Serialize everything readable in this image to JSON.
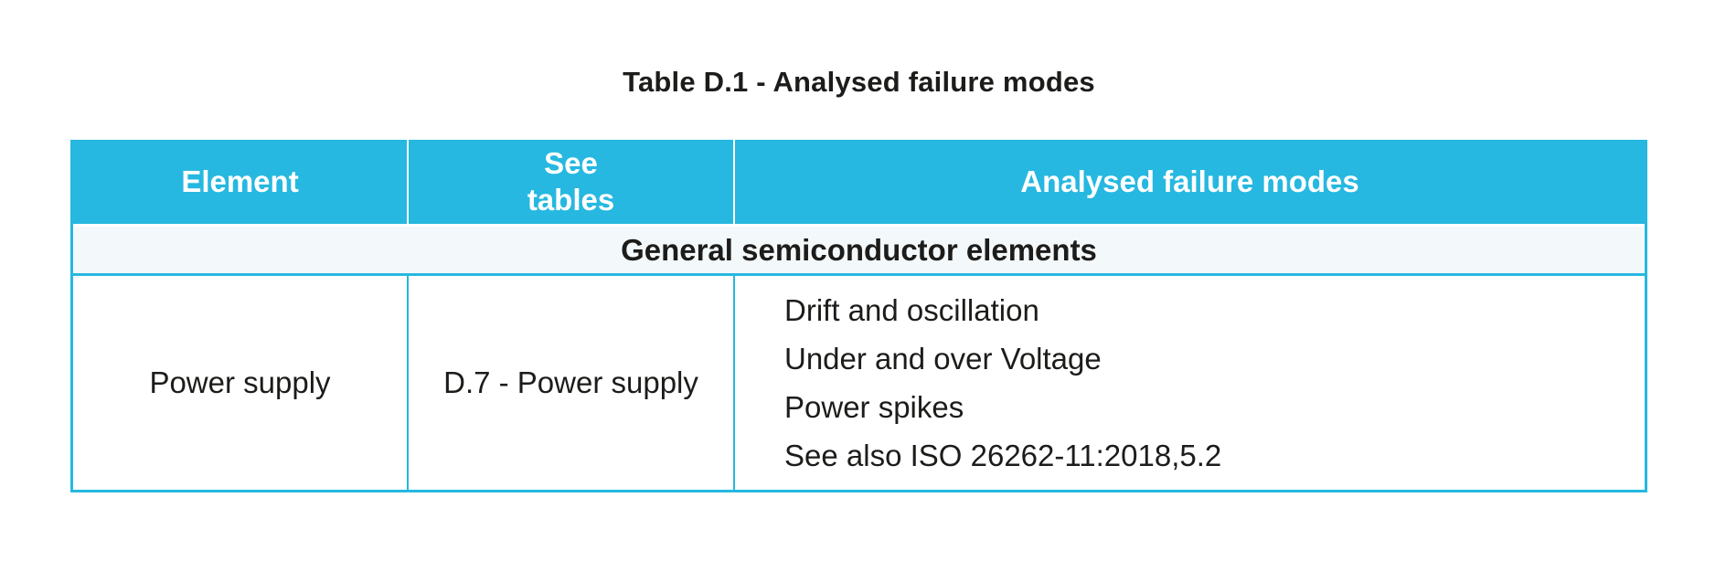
{
  "title": "Table D.1 - Analysed failure modes",
  "colors": {
    "accent_cyan": "#26b8e0",
    "section_row_bg": "#f3f8fb",
    "header_text": "#ffffff",
    "body_text": "#1c1c1a",
    "page_bg": "#ffffff"
  },
  "table": {
    "headers": {
      "element": "Element",
      "see_tables_line1": "See",
      "see_tables_line2": "tables",
      "failure_modes": "Analysed failure modes"
    },
    "section_header": "General semiconductor elements",
    "rows": [
      {
        "element": "Power supply",
        "see_tables": "D.7 - Power supply",
        "failure_modes": [
          "Drift and oscillation",
          "Under and over Voltage",
          "Power spikes",
          "See also ISO 26262-11:2018,5.2"
        ]
      }
    ]
  }
}
